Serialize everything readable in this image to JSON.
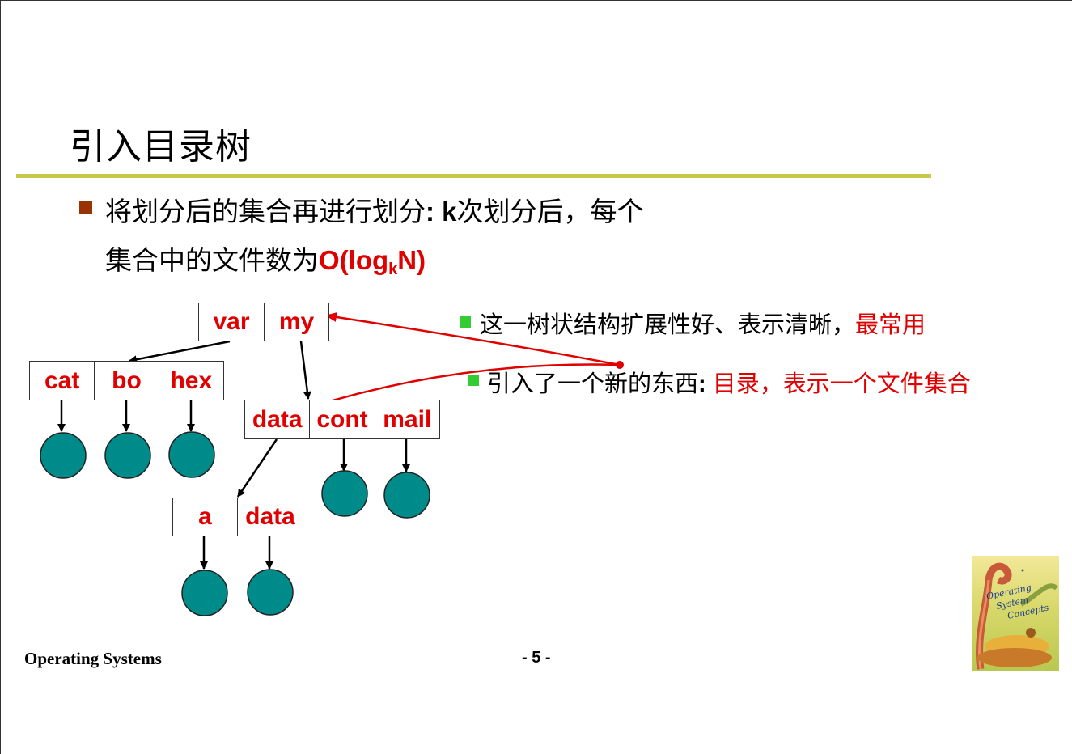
{
  "slide": {
    "title": "引入目录树",
    "bullet_main": {
      "line1_part1": "将划分后的集合再进行划分",
      "line1_colon": ": ",
      "line1_k": "k",
      "line1_part2": "次划分后，每个",
      "line2_part1": "集合中的文件数为",
      "formula_main": "O(log",
      "formula_sub": "k",
      "formula_end": "N)"
    },
    "side_bullets": [
      {
        "text": "这一树状结构扩展性好、表示清晰，",
        "highlight": "最常用"
      },
      {
        "text": "引入了一个新的东西",
        "colon": ": ",
        "highlight": "目录，表示一个文件集合"
      }
    ],
    "footer": {
      "course": "Operating Systems",
      "page": "- 5 -"
    },
    "colors": {
      "title_rule": "#c8c84a",
      "main_bullet": "#993300",
      "side_bullet": "#33cc33",
      "highlight": "#e00000",
      "file_node": "#008b8b"
    }
  },
  "tree": {
    "root": [
      "var",
      "my"
    ],
    "var_dir": [
      "cat",
      "bo",
      "hex"
    ],
    "my_dir": [
      "data",
      "cont",
      "mail"
    ],
    "data_dir": [
      "a",
      "data"
    ]
  },
  "cover_image": {
    "lines": [
      "Operating",
      "System",
      "Concepts"
    ]
  }
}
